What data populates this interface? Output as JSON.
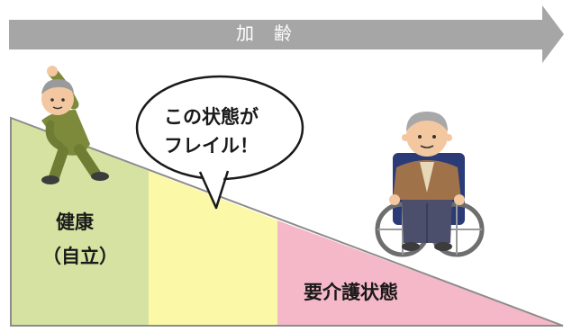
{
  "arrow": {
    "label": "加　齢",
    "color": "#a6a6a6"
  },
  "stages": [
    {
      "label": "健康",
      "sub_label": "（自立）",
      "color": "#d5e2a1"
    },
    {
      "label": "",
      "color": "#fbf8a7"
    },
    {
      "label": "要介護状態",
      "color": "#f5b8c8"
    }
  ],
  "bubble": {
    "line1": "この状態が",
    "line2": "フレイル！"
  },
  "illustrations": {
    "left": "stretching-elderly-man-icon",
    "right": "elderly-man-in-wheelchair-icon"
  },
  "colors": {
    "outline": "#8c8c8c"
  }
}
